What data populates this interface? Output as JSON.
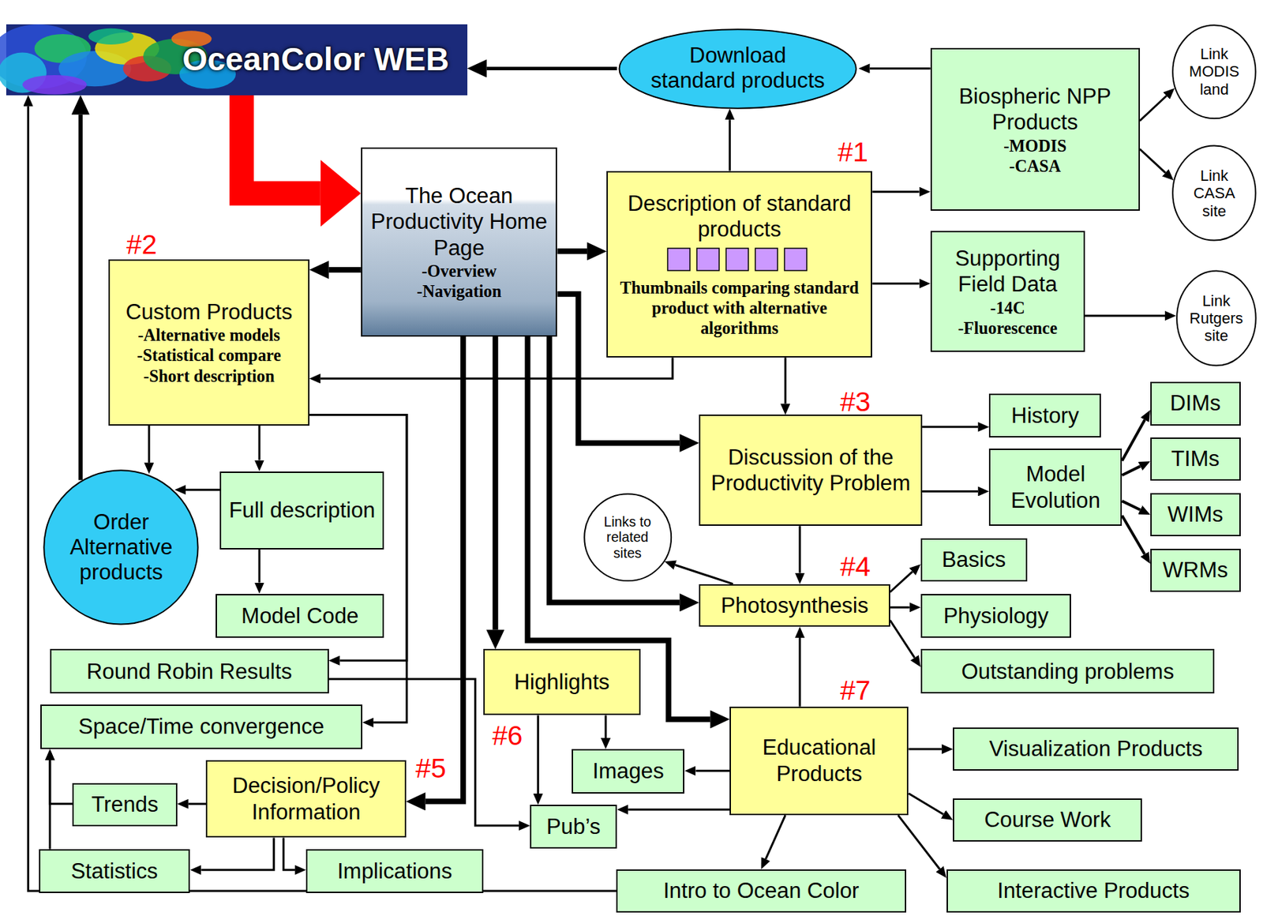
{
  "diagram": {
    "nodes": [
      {
        "text": [
          "OceanColor WEB"
        ]
      },
      {
        "text": [
          "Download standard products"
        ]
      },
      {
        "text": [
          "Biospheric NPP Products",
          "-MODIS",
          "-CASA"
        ]
      },
      {
        "text": [
          "Link MODIS land"
        ]
      },
      {
        "text": [
          "Link CASA site"
        ]
      },
      {
        "text": [
          "The Ocean Productivity Home Page",
          "-Overview",
          "-Navigation"
        ]
      },
      {
        "text": [
          "Description of standard products",
          "Thumbnails comparing standard product with alternative algorithms"
        ]
      },
      {
        "text": [
          "Supporting Field Data",
          "-14C",
          "-Fluorescence"
        ]
      },
      {
        "text": [
          "Link Rutgers site"
        ]
      },
      {
        "text": [
          "Custom Products",
          "-Alternative models",
          "-Statistical compare",
          "-Short description"
        ]
      },
      {
        "text": [
          "Discussion of the Productivity Problem"
        ]
      },
      {
        "text": [
          "History"
        ]
      },
      {
        "text": [
          "Model Evolution"
        ]
      },
      {
        "text": [
          "DIMs"
        ]
      },
      {
        "text": [
          "TIMs"
        ]
      },
      {
        "text": [
          "WIMs"
        ]
      },
      {
        "text": [
          "WRMs"
        ]
      },
      {
        "text": [
          "Order Alternative products"
        ]
      },
      {
        "text": [
          "Full description"
        ]
      },
      {
        "text": [
          "Model Code"
        ]
      },
      {
        "text": [
          "Links to related sites"
        ]
      },
      {
        "text": [
          "Photosynthesis"
        ]
      },
      {
        "text": [
          "Basics"
        ]
      },
      {
        "text": [
          "Physiology"
        ]
      },
      {
        "text": [
          "Outstanding problems"
        ]
      },
      {
        "text": [
          "Round Robin Results"
        ]
      },
      {
        "text": [
          "Space/Time convergence"
        ]
      },
      {
        "text": [
          "Highlights"
        ]
      },
      {
        "text": [
          "Images"
        ]
      },
      {
        "text": [
          "Educational Products"
        ]
      },
      {
        "text": [
          "Visualization Products"
        ]
      },
      {
        "text": [
          "Trends"
        ]
      },
      {
        "text": [
          "Decision/Policy Information"
        ]
      },
      {
        "text": [
          "Pub’s"
        ]
      },
      {
        "text": [
          "Course Work"
        ]
      },
      {
        "text": [
          "Statistics"
        ]
      },
      {
        "text": [
          "Implications"
        ]
      },
      {
        "text": [
          "Intro to Ocean Color"
        ]
      },
      {
        "text": [
          "Interactive Products"
        ]
      }
    ],
    "edges": [
      {
        "from": 0,
        "to": 5,
        "arrow": "to"
      },
      {
        "from": 1,
        "to": 0,
        "arrow": "to"
      },
      {
        "from": 6,
        "to": 1,
        "arrow": "to"
      },
      {
        "from": 2,
        "to": 1,
        "arrow": "to"
      },
      {
        "from": 2,
        "to": 3,
        "arrow": "to"
      },
      {
        "from": 2,
        "to": 4,
        "arrow": "to"
      },
      {
        "from": 6,
        "to": 2,
        "arrow": "to"
      },
      {
        "from": 6,
        "to": 7,
        "arrow": "to"
      },
      {
        "from": 7,
        "to": 8,
        "arrow": "to"
      },
      {
        "from": 5,
        "to": 6,
        "arrow": "to"
      },
      {
        "from": 5,
        "to": 9,
        "arrow": "to"
      },
      {
        "from": 6,
        "to": 9,
        "arrow": "to"
      },
      {
        "from": 6,
        "to": 10,
        "arrow": "to"
      },
      {
        "from": 5,
        "to": 10,
        "arrow": "to"
      },
      {
        "from": 5,
        "to": 21,
        "arrow": "to"
      },
      {
        "from": 5,
        "to": 29,
        "arrow": "to"
      },
      {
        "from": 5,
        "to": 27,
        "arrow": "to"
      },
      {
        "from": 5,
        "to": 32,
        "arrow": "to"
      },
      {
        "from": 10,
        "to": 11,
        "arrow": "to"
      },
      {
        "from": 10,
        "to": 12,
        "arrow": "to"
      },
      {
        "from": 12,
        "to": 13,
        "arrow": "to"
      },
      {
        "from": 12,
        "to": 14,
        "arrow": "to"
      },
      {
        "from": 12,
        "to": 15,
        "arrow": "to"
      },
      {
        "from": 12,
        "to": 16,
        "arrow": "to"
      },
      {
        "from": 10,
        "to": 21,
        "arrow": "to"
      },
      {
        "from": 21,
        "to": 20,
        "arrow": "to"
      },
      {
        "from": 21,
        "to": 22,
        "arrow": "to"
      },
      {
        "from": 21,
        "to": 23,
        "arrow": "to"
      },
      {
        "from": 21,
        "to": 24,
        "arrow": "to"
      },
      {
        "from": 29,
        "to": 21,
        "arrow": "to"
      },
      {
        "from": 9,
        "to": 17,
        "arrow": "to"
      },
      {
        "from": 9,
        "to": 18,
        "arrow": "to"
      },
      {
        "from": 18,
        "to": 17,
        "arrow": "to"
      },
      {
        "from": 18,
        "to": 19,
        "arrow": "to"
      },
      {
        "from": 17,
        "to": 0,
        "arrow": "to"
      },
      {
        "from": 9,
        "to": 25,
        "arrow": "to"
      },
      {
        "from": 9,
        "to": 26,
        "arrow": "to"
      },
      {
        "from": 25,
        "to": 33,
        "arrow": "to"
      },
      {
        "from": 32,
        "to": 31,
        "arrow": "to"
      },
      {
        "from": 32,
        "to": 35,
        "arrow": "to"
      },
      {
        "from": 32,
        "to": 36,
        "arrow": "to"
      },
      {
        "from": 31,
        "to": 26,
        "arrow": "to"
      },
      {
        "from": 35,
        "to": 26,
        "arrow": "to"
      },
      {
        "from": 27,
        "to": 28,
        "arrow": "to"
      },
      {
        "from": 27,
        "to": 33,
        "arrow": "to"
      },
      {
        "from": 29,
        "to": 28,
        "arrow": "to"
      },
      {
        "from": 29,
        "to": 33,
        "arrow": "to"
      },
      {
        "from": 29,
        "to": 30,
        "arrow": "to"
      },
      {
        "from": 29,
        "to": 34,
        "arrow": "to"
      },
      {
        "from": 29,
        "to": 37,
        "arrow": "to"
      },
      {
        "from": 29,
        "to": 38,
        "arrow": "to"
      },
      {
        "from": 37,
        "to": 0,
        "arrow": "to"
      }
    ],
    "labels": [
      "#1",
      "#2",
      "#3",
      "#4",
      "#5",
      "#6",
      "#7"
    ]
  }
}
